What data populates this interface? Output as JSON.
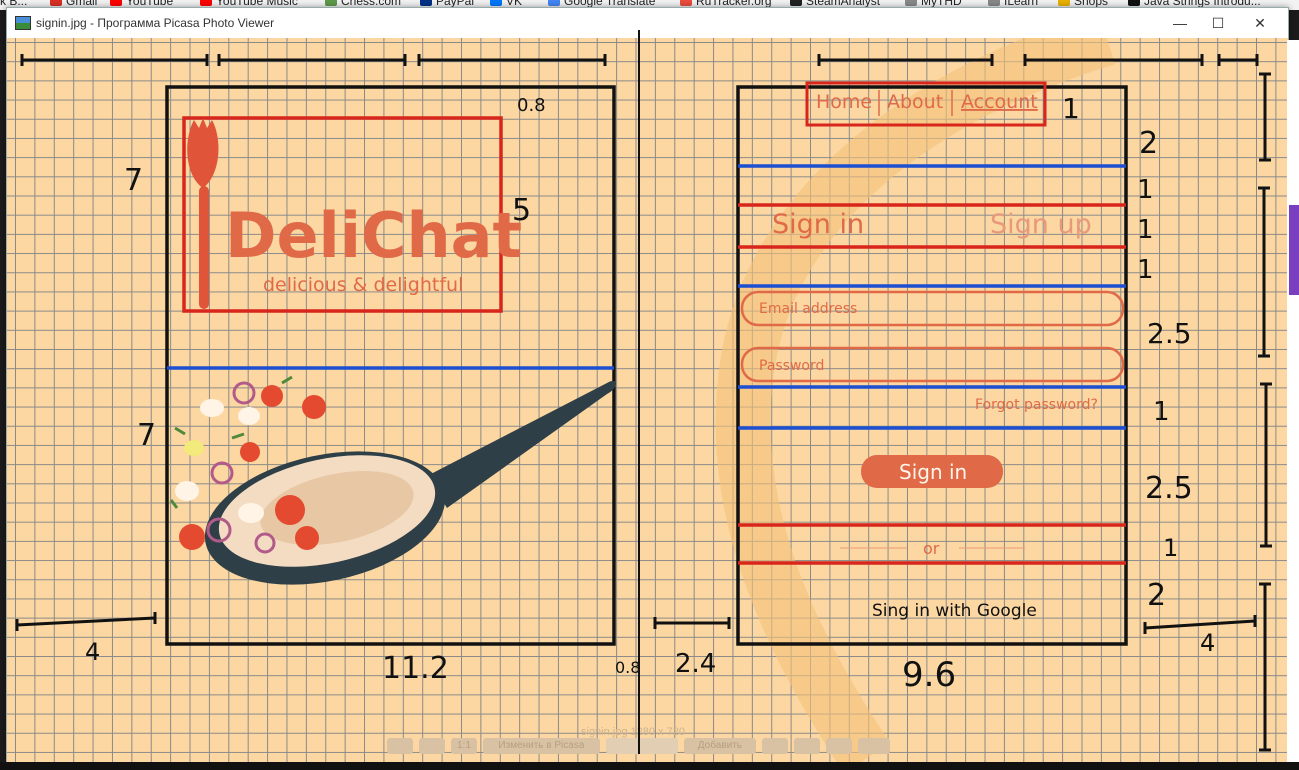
{
  "bookmarks": [
    {
      "label": "k B...",
      "color": "#888"
    },
    {
      "label": "Gmail",
      "color": "#d93025"
    },
    {
      "label": "YouTube",
      "color": "#ff0000"
    },
    {
      "label": "YouTube Music",
      "color": "#ff0000"
    },
    {
      "label": "Chess.com",
      "color": "#5d9948"
    },
    {
      "label": "PayPal",
      "color": "#003087"
    },
    {
      "label": "VK",
      "color": "#0077ff"
    },
    {
      "label": "Google Translate",
      "color": "#4285f4"
    },
    {
      "label": "RuTracker.org",
      "color": "#e94b3c"
    },
    {
      "label": "SteamAnalyst",
      "color": "#222"
    },
    {
      "label": "MyTHD",
      "color": "#888"
    },
    {
      "label": "ILearn",
      "color": "#888"
    },
    {
      "label": "Shops",
      "color": "#e8b100"
    },
    {
      "label": "Java Strings Introdu...",
      "color": "#111"
    }
  ],
  "window": {
    "title": "signin.jpg - Программа Picasa Photo Viewer",
    "min": "—",
    "max": "☐",
    "close": "✕"
  },
  "viewer": {
    "caption": "signin.jpg   1280 x 720",
    "toolbar": [
      "",
      "",
      "1:1",
      "Изменить в Picasa",
      "",
      "Добавить",
      "",
      "",
      "",
      ""
    ]
  },
  "logo": {
    "name": "DeliChat",
    "tagline": "delicious & delightful"
  },
  "nav": {
    "home": "Home",
    "about": "About",
    "account": "Account"
  },
  "form": {
    "tab_signin": "Sign in",
    "tab_signup": "Sign up",
    "email_placeholder": "Email address",
    "password_placeholder": "Password",
    "forgot": "Forgot password?",
    "submit": "Sign in",
    "or": "or",
    "google": "Sing in with Google"
  },
  "annotations": {
    "left_logo_h": "7",
    "logo_box_h": "5",
    "pan_h": "7",
    "top_margin": "0.8",
    "left_margin": "4",
    "left_width": "11.2",
    "gap": "0.8",
    "gap2": "2.4",
    "right_width": "9.6",
    "right_margin": "4",
    "r1": "1",
    "r2": "2",
    "r3": "1",
    "r4": "1",
    "r5": "1",
    "r6": "2.5",
    "r7": "1",
    "r8": "2.5",
    "r9": "1",
    "r10": "2"
  },
  "colors": {
    "accent": "#e06a48",
    "sketch_red": "#d8261c",
    "sketch_blue": "#1d4fd1",
    "paper": "#fcd7a1"
  }
}
